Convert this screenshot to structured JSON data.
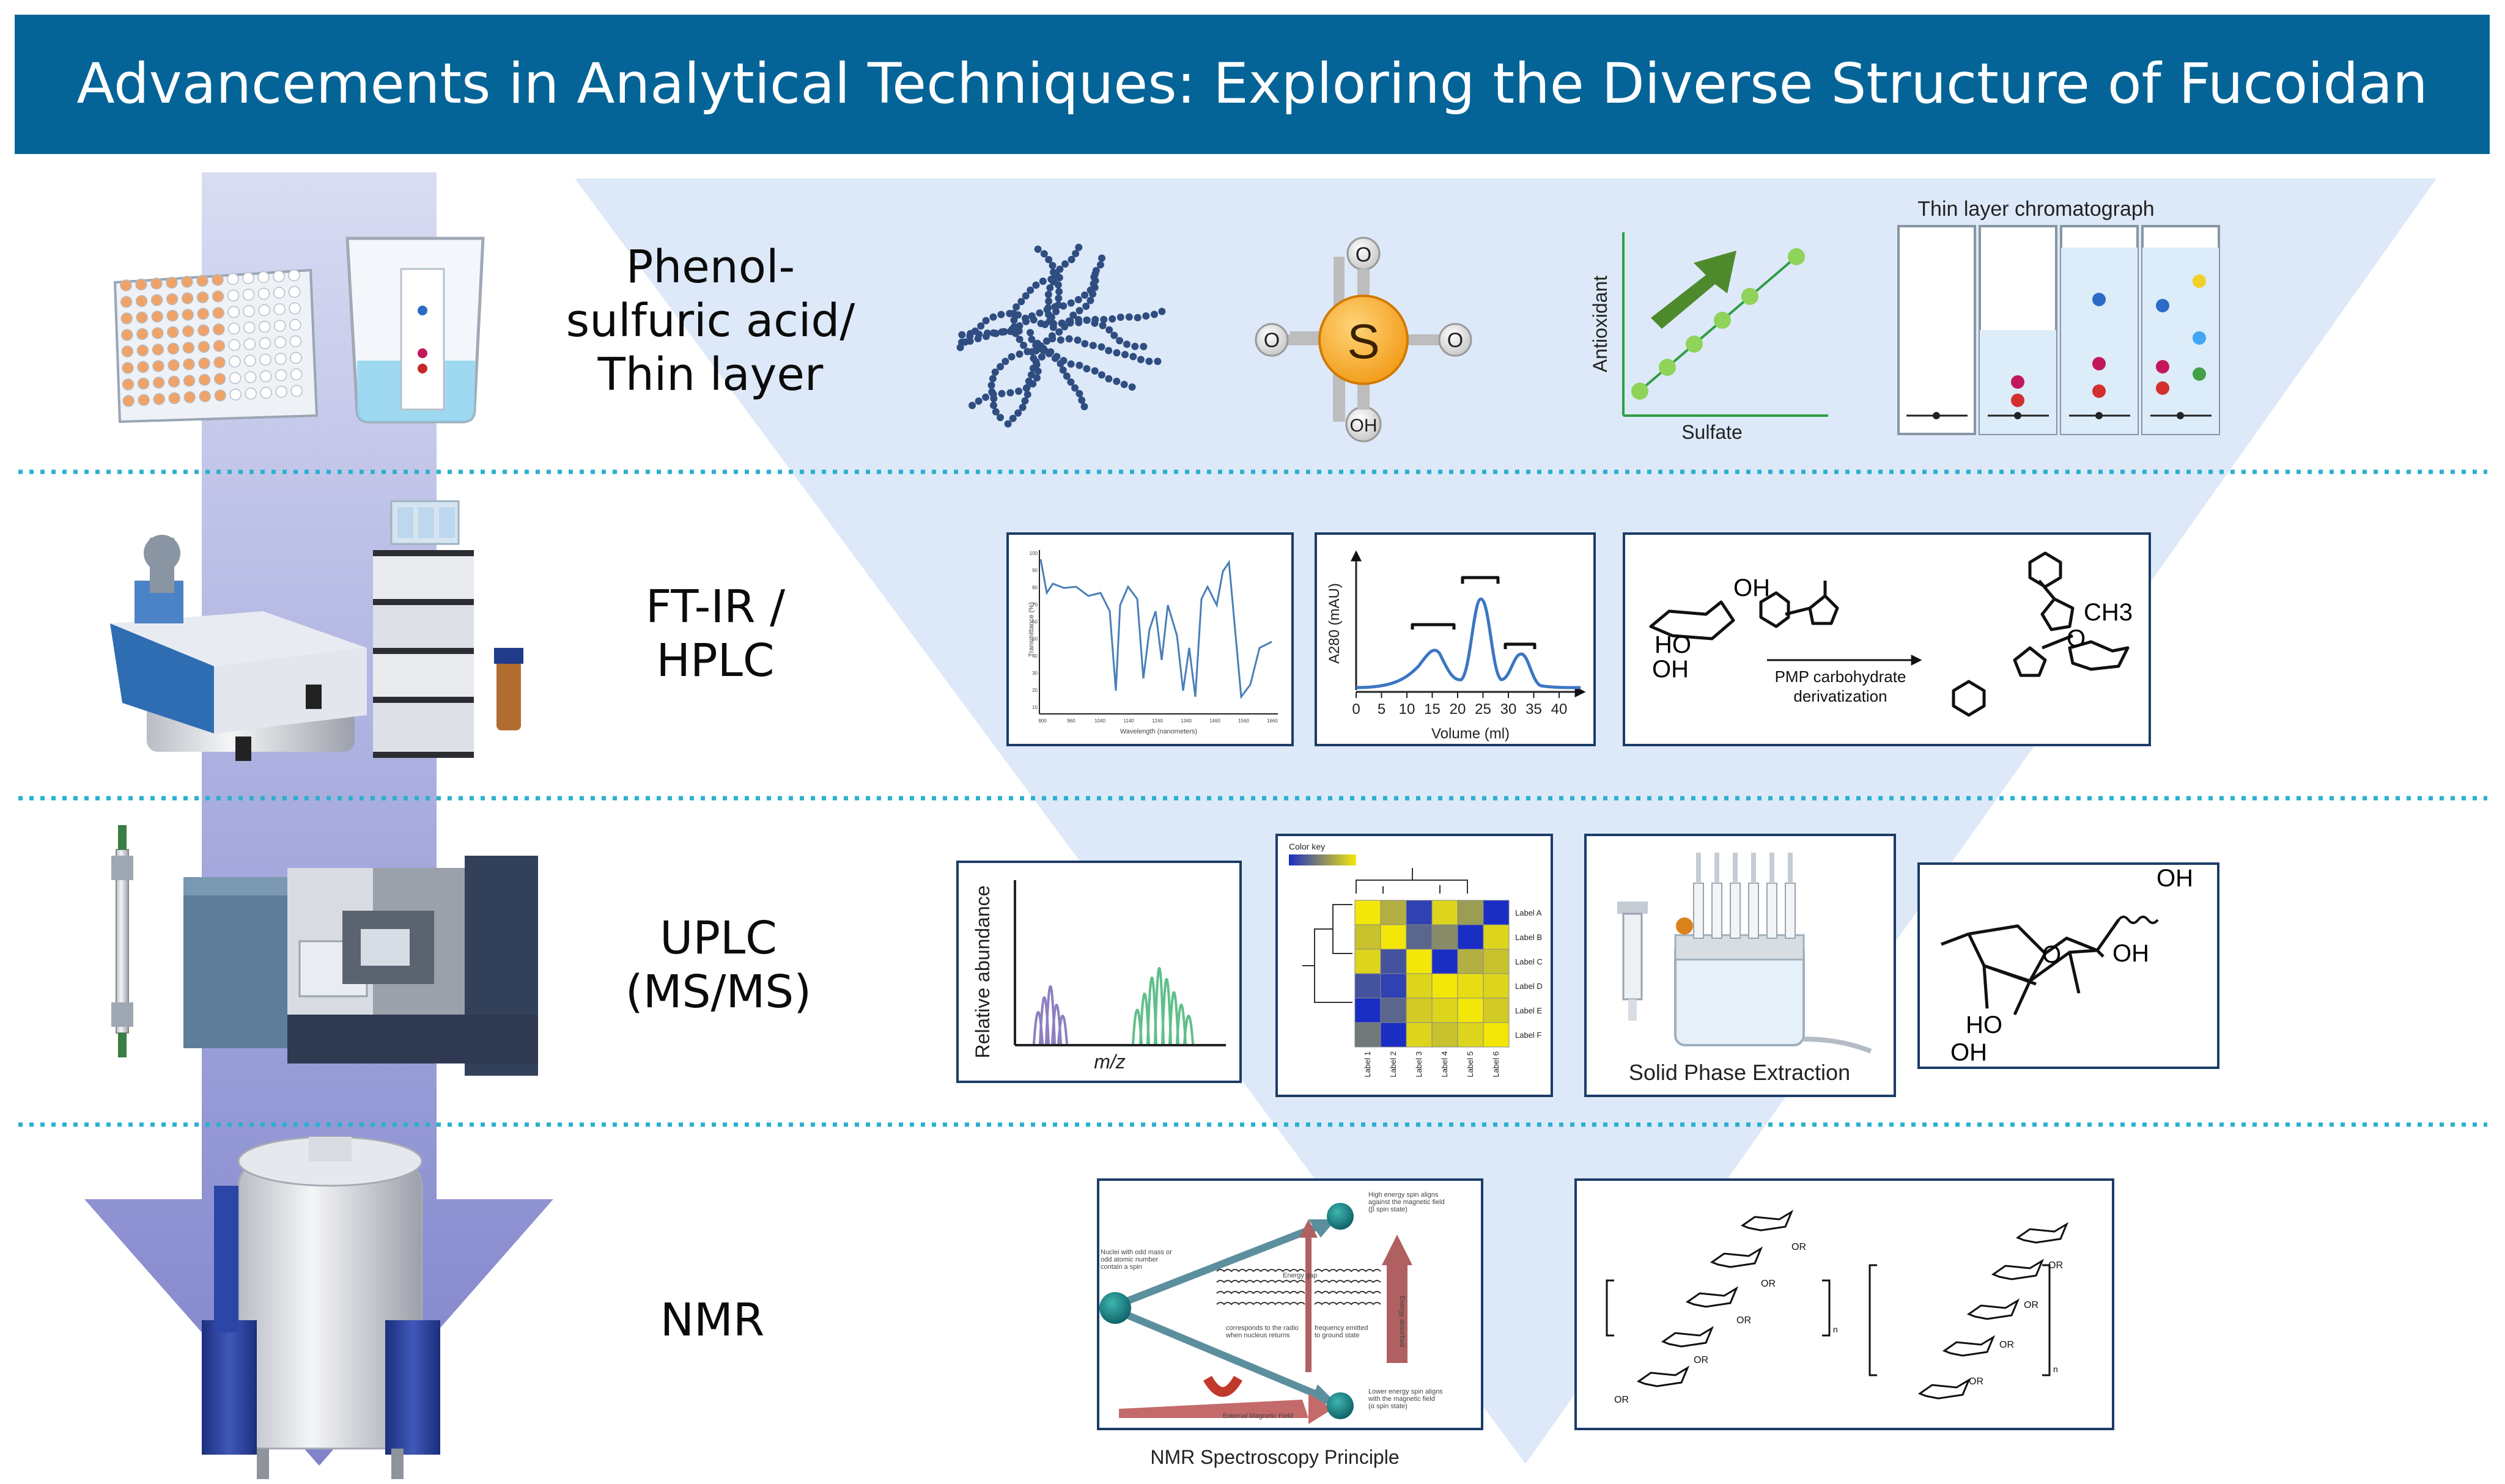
{
  "title": "Advancements in Analytical Techniques: Exploring the Diverse Structure of Fucoidan",
  "colors": {
    "header": "#056497",
    "funnel": "#dde9f8",
    "arrow": "#8c8fd0",
    "separator": "#29b0cf",
    "box_border": "#1c3c68"
  },
  "stages": [
    {
      "label_lines": [
        "Phenol-",
        "sulfuric acid/",
        "Thin layer"
      ]
    },
    {
      "label_lines": [
        "FT-IR /",
        "HPLC"
      ]
    },
    {
      "label_lines": [
        "UPLC",
        "(MS/MS)"
      ]
    },
    {
      "label_lines": [
        "NMR"
      ]
    }
  ],
  "stage1": {
    "sulfate": {
      "center": "S",
      "top": "O",
      "left": "O",
      "right": "O",
      "bottom": "OH"
    },
    "correlation_plot": {
      "ylabel": "Antioxidant",
      "xlabel": "Sulfate"
    },
    "tlc_title": "Thin layer chromatograph"
  },
  "stage2": {
    "ftir": {
      "ylabel": "Transmittance (%)",
      "xlabel": "Wavelength (nanometers)",
      "yticks": [
        "100",
        "90",
        "80",
        "70",
        "60",
        "50",
        "40",
        "30",
        "20",
        "10"
      ],
      "xticks": [
        "800",
        "960",
        "1040",
        "1140",
        "1240",
        "1340",
        "1460",
        "1560",
        "1660"
      ]
    },
    "hplc": {
      "ylabel": "A280 (mAU)",
      "xlabel": "Volume (ml)",
      "xticks": [
        "0",
        "5",
        "10",
        "15",
        "20",
        "25",
        "30",
        "35",
        "40"
      ]
    },
    "pmp_label_lines": [
      "PMP carbohydrate",
      "derivatization"
    ],
    "pmp_atoms": {
      "oh_top": "OH",
      "ho": "HO",
      "oh_bottom": "OH",
      "ch3": "CH3",
      "o_ring": "O"
    }
  },
  "stage3": {
    "ms": {
      "ylabel": "Relative abundance",
      "xlabel": "m/z"
    },
    "heatmap": {
      "title": "Color key",
      "row_labels": [
        "Label A",
        "Label B",
        "Label C",
        "Label D",
        "Label E",
        "Label F"
      ],
      "col_labels": [
        "Label 1",
        "Label 2",
        "Label 3",
        "Label 4",
        "Label 5",
        "Label 6"
      ]
    },
    "spe_label": "Solid Phase Extraction",
    "fucose": {
      "oh1": "OH",
      "oh2": "OH",
      "ho": "HO",
      "oh3": "OH",
      "o": "O"
    }
  },
  "stage4": {
    "nmr_caption": "NMR Spectroscopy Principle",
    "nmr_texts": {
      "nuclei": [
        "Nuclei with odd mass or",
        "odd atomic number",
        "contain a spin"
      ],
      "high": [
        "High energy spin aligns",
        "against the magnetic field",
        "(β spin state)"
      ],
      "low": [
        "Lower energy spin aligns",
        "with the magnetic field",
        "(α spin state)"
      ],
      "energy_gap": "Energy gap",
      "radio": [
        "corresponds to the radio",
        "when nucleus returns"
      ],
      "freq": [
        "frequency emitted",
        "to ground state"
      ],
      "absorb": "Energy absorbed",
      "field": "External Magnetic Field"
    },
    "structure_atoms": {
      "or": "OR",
      "n": "n"
    }
  }
}
